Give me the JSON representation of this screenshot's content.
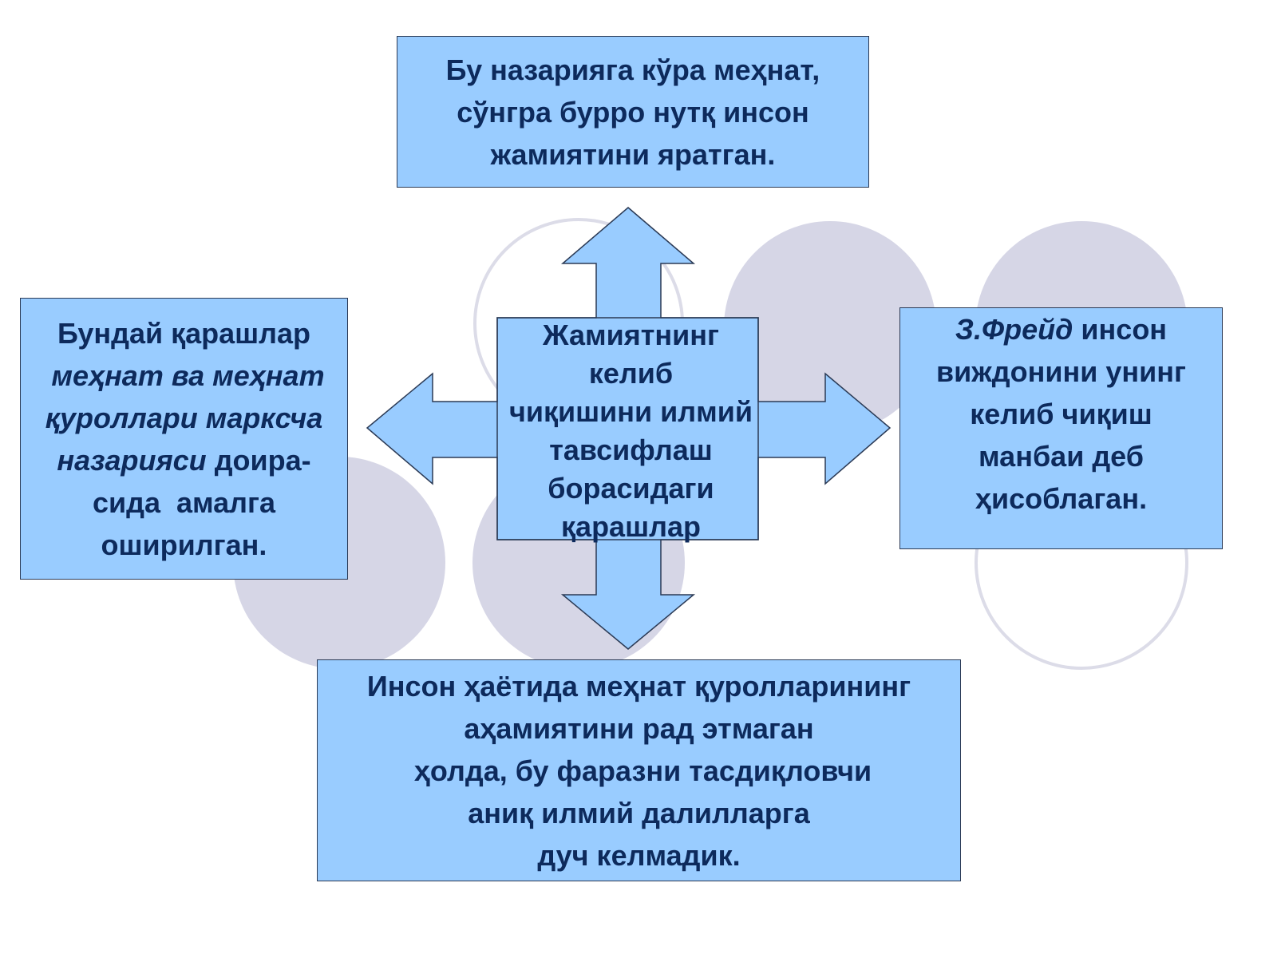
{
  "colors": {
    "box_fill": "#99ccff",
    "box_border": "#2b3a55",
    "text": "#0d2a5c",
    "decor_circle": "#d6d6e6",
    "decor_ring": "#dcdce8"
  },
  "center": {
    "lines": [
      "Жамиятнинг",
      "келиб",
      "чиқишини илмий",
      "тавсифлаш",
      "борасидаги",
      "қарашлар"
    ]
  },
  "top_box": {
    "lines": [
      "Бу назарияга кўра меҳнат,",
      "сўнгра бурро нутқ инсон",
      "жамиятини яратган."
    ]
  },
  "left_box": {
    "line1": "Бундай қарашлар",
    "line2_italic": " меҳнат ва меҳнат",
    "line3_italic": "қуроллари марксча",
    "line4_italic": "назарияси",
    "line4_rest": " доира-",
    "line5": "сида  амалга",
    "line6": "оширилган."
  },
  "right_box": {
    "line1_italic": "З.Фрейд",
    "line1_rest": " инсон",
    "line2": "виждонини унинг",
    "line3": "келиб чиқиш",
    "line4": "манбаи деб",
    "line5": "ҳисоблаган."
  },
  "bottom_box": {
    "lines": [
      "Инсон ҳаётида меҳнат қуролларининг",
      "аҳамиятини рад этмаган",
      " ҳолда, бу фаразни тасдиқловчи",
      "аниқ илмий далилларга",
      "дуч келмадик."
    ]
  }
}
